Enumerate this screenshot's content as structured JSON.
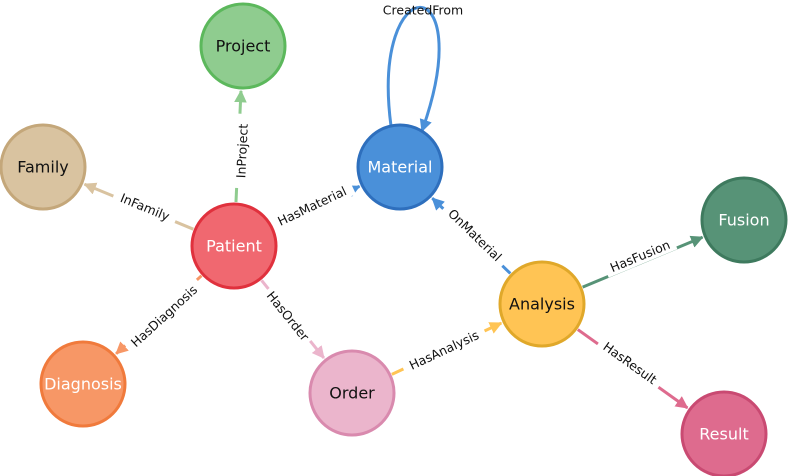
{
  "nodes": [
    {
      "id": "project",
      "label": "Project",
      "fill": "#8fcc8f",
      "stroke": "#5cb85c",
      "text": "#111111"
    },
    {
      "id": "family",
      "label": "Family",
      "fill": "#d9c3a0",
      "stroke": "#c4a77a",
      "text": "#111111"
    },
    {
      "id": "material",
      "label": "Material",
      "fill": "#4a90d9",
      "stroke": "#2e6fbd",
      "text": "#ffffff"
    },
    {
      "id": "fusion",
      "label": "Fusion",
      "fill": "#579377",
      "stroke": "#3e7a5e",
      "text": "#ffffff"
    },
    {
      "id": "patient",
      "label": "Patient",
      "fill": "#f06870",
      "stroke": "#e0313d",
      "text": "#ffffff"
    },
    {
      "id": "analysis",
      "label": "Analysis",
      "fill": "#ffc454",
      "stroke": "#e0a82a",
      "text": "#111111"
    },
    {
      "id": "diagnosis",
      "label": "Diagnosis",
      "fill": "#f79766",
      "stroke": "#f07a3c",
      "text": "#ffffff"
    },
    {
      "id": "order",
      "label": "Order",
      "fill": "#ebb5cc",
      "stroke": "#d98aae",
      "text": "#111111"
    },
    {
      "id": "result",
      "label": "Result",
      "fill": "#de6b8e",
      "stroke": "#c94a72",
      "text": "#ffffff"
    }
  ],
  "edges": [
    {
      "id": "inproject",
      "from": "patient",
      "to": "project",
      "label": "InProject",
      "color": "#8fcc8f"
    },
    {
      "id": "infamily",
      "from": "patient",
      "to": "family",
      "label": "InFamily",
      "color": "#d9c3a0"
    },
    {
      "id": "hasmaterial",
      "from": "patient",
      "to": "material",
      "label": "HasMaterial",
      "color": "#4a90d9"
    },
    {
      "id": "hasdiagnosis",
      "from": "patient",
      "to": "diagnosis",
      "label": "HasDiagnosis",
      "color": "#f79766"
    },
    {
      "id": "hasorder",
      "from": "patient",
      "to": "order",
      "label": "HasOrder",
      "color": "#ebb5cc"
    },
    {
      "id": "hasanalysis",
      "from": "order",
      "to": "analysis",
      "label": "HasAnalysis",
      "color": "#ffc454"
    },
    {
      "id": "onmaterial",
      "from": "analysis",
      "to": "material",
      "label": "OnMaterial",
      "color": "#4a90d9"
    },
    {
      "id": "hasfusion",
      "from": "analysis",
      "to": "fusion",
      "label": "HasFusion",
      "color": "#579377"
    },
    {
      "id": "hasresult",
      "from": "analysis",
      "to": "result",
      "label": "HasResult",
      "color": "#de6b8e"
    },
    {
      "id": "createdfrom",
      "from": "material",
      "to": "material",
      "label": "CreatedFrom",
      "color": "#4a90d9"
    }
  ]
}
